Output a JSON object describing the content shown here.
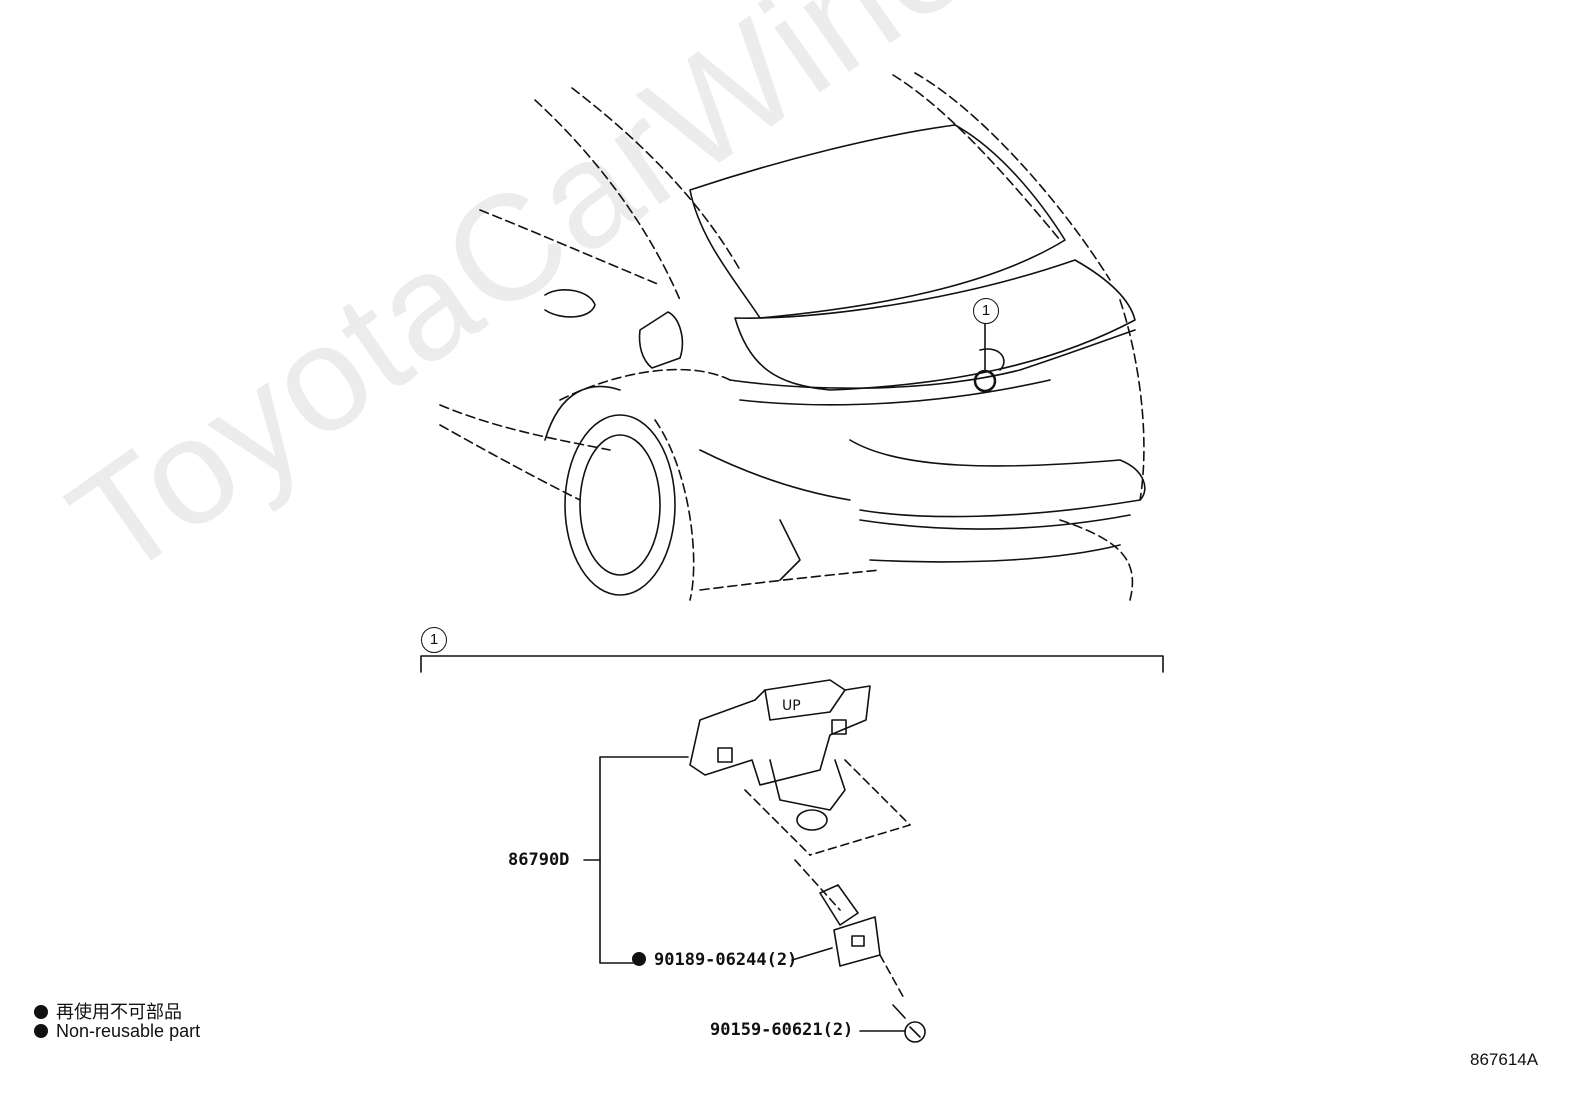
{
  "watermark": "ToyotaCarWine.ru",
  "callout": {
    "number": "1"
  },
  "parts": {
    "camera": "86790D",
    "clip": "90189-06244(2)",
    "screw": "90159-60621(2)"
  },
  "legend": {
    "jp": "再使用不可部品",
    "en": "Non-reusable part"
  },
  "diagram_id": "867614A"
}
